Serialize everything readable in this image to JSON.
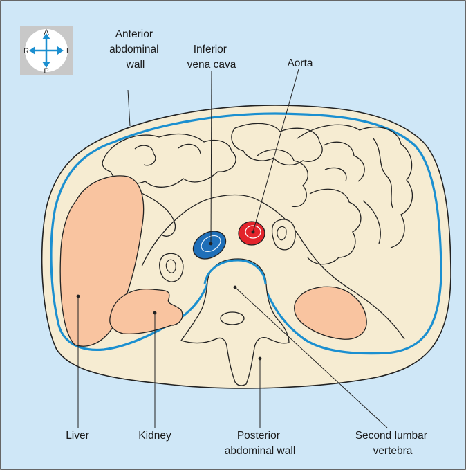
{
  "colors": {
    "background": "#cfe7f7",
    "body": "#f6ecd2",
    "outline": "#222222",
    "peritoneum": "#1b8fd0",
    "organ": "#f9c4a0",
    "aorta": "#e3242b",
    "ivc": "#1f6fb8"
  },
  "orientation": {
    "anterior": "A",
    "posterior": "P",
    "right": "R",
    "left": "L"
  },
  "labels": {
    "anterior_wall": [
      "Anterior",
      "abdominal",
      "wall"
    ],
    "ivc": [
      "Inferior",
      "vena cava"
    ],
    "aorta": [
      "Aorta"
    ],
    "liver": [
      "Liver"
    ],
    "kidney": [
      "Kidney"
    ],
    "posterior_wall": [
      "Posterior",
      "abdominal wall"
    ],
    "vertebra": [
      "Second lumbar",
      "vertebra"
    ]
  }
}
